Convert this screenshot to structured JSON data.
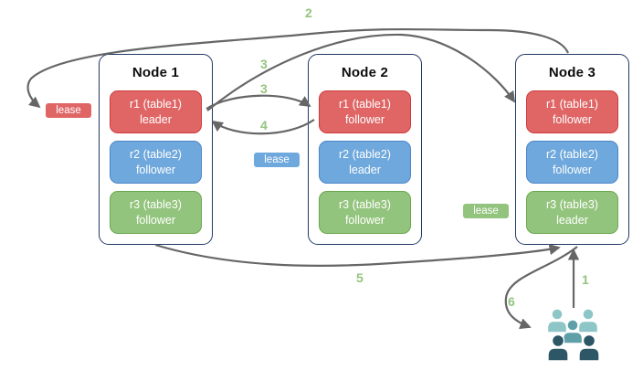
{
  "diagram": {
    "title_hint": "raft-leaders-and-leaseholders-per-node",
    "nodes": [
      {
        "title": "Node 1",
        "replicas": [
          {
            "name": "r1 (table1)",
            "role": "leader",
            "color": "red"
          },
          {
            "name": "r2 (table2)",
            "role": "follower",
            "color": "blue"
          },
          {
            "name": "r3 (table3)",
            "role": "follower",
            "color": "green"
          }
        ]
      },
      {
        "title": "Node 2",
        "replicas": [
          {
            "name": "r1 (table1)",
            "role": "follower",
            "color": "red"
          },
          {
            "name": "r2 (table2)",
            "role": "leader",
            "color": "blue"
          },
          {
            "name": "r3 (table3)",
            "role": "follower",
            "color": "green"
          }
        ]
      },
      {
        "title": "Node 3",
        "replicas": [
          {
            "name": "r1 (table1)",
            "role": "follower",
            "color": "red"
          },
          {
            "name": "r2 (table2)",
            "role": "follower",
            "color": "blue"
          },
          {
            "name": "r3 (table3)",
            "role": "leader",
            "color": "green"
          }
        ]
      }
    ],
    "leases": [
      {
        "label": "lease",
        "color": "red",
        "near": "Node 1"
      },
      {
        "label": "lease",
        "color": "blue",
        "near": "Node 2"
      },
      {
        "label": "lease",
        "color": "green",
        "near": "Node 3"
      }
    ],
    "steps": {
      "s1": "1",
      "s2": "2",
      "s3a": "3",
      "s3b": "3",
      "s4": "4",
      "s5": "5",
      "s6": "6"
    },
    "arrows": [
      {
        "step": "1",
        "from": "users",
        "to": "Node 3 bottom"
      },
      {
        "step": "2",
        "from": "Node 3 top",
        "to": "lease (red) at Node 1"
      },
      {
        "step": "3",
        "from": "Node 1 r1 leader",
        "to": "Node 2 r1 follower"
      },
      {
        "step": "3",
        "from": "Node 1 r1 leader",
        "to": "Node 3 r1 follower"
      },
      {
        "step": "4",
        "from": "Node 2 r1 follower",
        "to": "Node 1 r1 leader"
      },
      {
        "step": "5",
        "from": "Node 1 bottom",
        "to": "Node 3 bottom"
      },
      {
        "step": "6",
        "from": "Node 3 bottom",
        "to": "users"
      }
    ],
    "colors": {
      "red_fill": "#e06666",
      "red_border": "#cc3b3b",
      "blue_fill": "#6fa8dc",
      "blue_border": "#4a86c8",
      "green_fill": "#93c47d",
      "green_border": "#6aa84f",
      "node_border": "#1f3864",
      "arrow": "#666666",
      "step_label": "#93c47d",
      "users_light": "#8ec6c8",
      "users_mid": "#5fa0a8",
      "users_dark": "#2d5666"
    }
  }
}
